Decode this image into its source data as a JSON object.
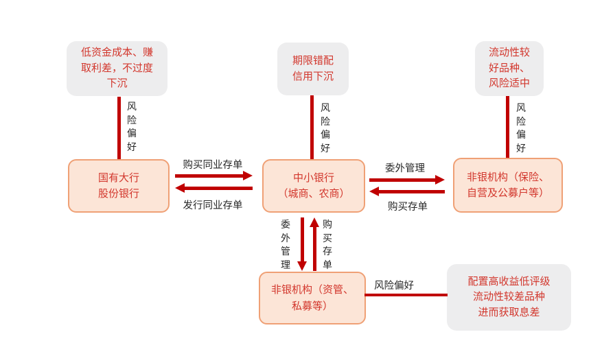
{
  "diagram": {
    "notes": {
      "left": "低资金成本、赚\n取利差，不过度\n下沉",
      "middle": "期限错配\n信用下沉",
      "right": "流动性较\n好品种、\n风险适中",
      "bottom": "配置高收益低评级\n流动性较差品种\n进而获取息差"
    },
    "entities": {
      "gov_bank": "国有大行\n股份银行",
      "small_bank": "中小银行\n（城商、农商）",
      "nonbank_broad": "非银机构（保险、\n自营及公募户等）",
      "nonbank_private": "非银机构（资管、\n私募等）"
    },
    "labels": {
      "risk_pref_vertical": "风\n险\n偏\n好",
      "risk_pref_horizontal": "风险偏好",
      "buy_interbank_ncd": "购买同业存单",
      "issue_interbank_ncd": "发行同业存单",
      "outsourced_mgmt": "委外管理",
      "buy_ncd": "购买存单",
      "outsourced_mgmt_vertical": "委\n外\n管\n理",
      "buy_ncd_vertical": "购\n买\n存\n单"
    },
    "colors": {
      "arrow_red": "#c00000",
      "box_text_red": "#d2362c",
      "note_background": "#ededee",
      "entity_background": "#fce5d7",
      "entity_border": "#efa075",
      "label_text": "#262626",
      "page_background": "#ffffff"
    }
  }
}
